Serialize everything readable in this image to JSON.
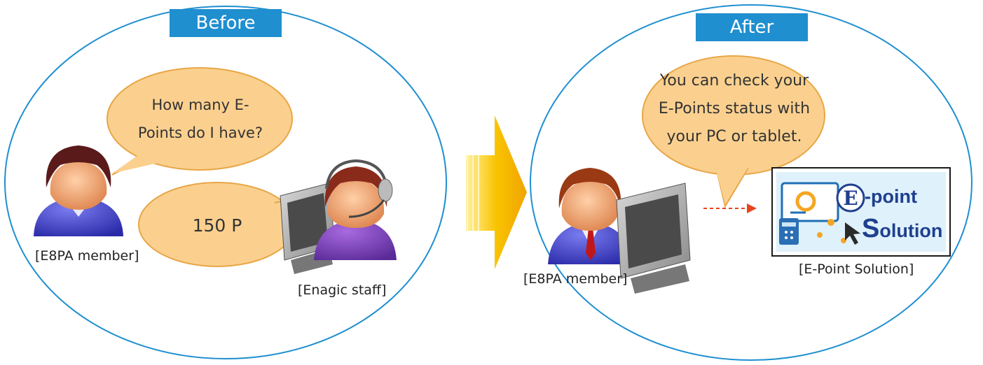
{
  "before": {
    "tab_label": "Before",
    "question_bubble": [
      "How many E-",
      "Points do I have?"
    ],
    "answer_bubble": "150 P",
    "member_label": "[E8PA member]",
    "staff_label": "[Enagic staff]"
  },
  "after": {
    "tab_label": "After",
    "info_bubble": [
      "You can check your",
      "E-Points status with",
      "your PC or tablet."
    ],
    "member_label": "[E8PA member]",
    "solution_caption": "[E-Point Solution]",
    "logo_text": [
      "-point",
      "olution"
    ]
  },
  "colors": {
    "circle_stroke": "#1f8fd0",
    "tab_fill": "#1f8fd0",
    "bubble_fill": "#fbd08f",
    "bubble_stroke": "#e8a646",
    "arrow_fill": "#f9b800",
    "dashed_arrow": "#e8441c"
  }
}
